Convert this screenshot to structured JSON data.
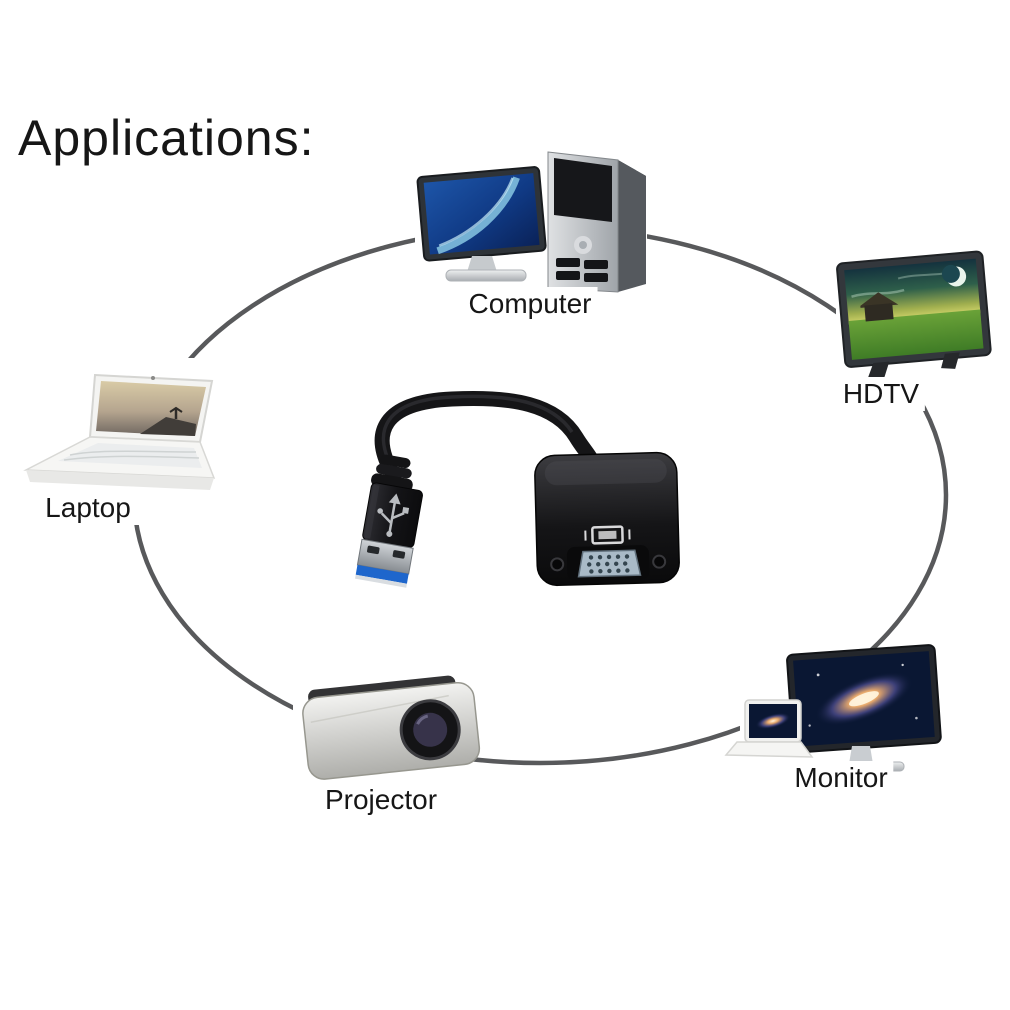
{
  "page": {
    "title": "Applications:"
  },
  "ring": {
    "color": "#58595b",
    "description": "ellipse connecting all devices"
  },
  "devices": [
    {
      "id": "computer",
      "label": "Computer"
    },
    {
      "id": "hdtv",
      "label": "HDTV"
    },
    {
      "id": "laptop",
      "label": "Laptop"
    },
    {
      "id": "projector",
      "label": "Projector"
    },
    {
      "id": "monitor",
      "label": "Monitor"
    }
  ],
  "product": {
    "icon": "usb3-to-vga-adapter-icon",
    "usb_plug_blue": "#1e66cc",
    "cable_color": "#151517",
    "adapter_body_color": "#121214",
    "vga_port_color": "#a9bac7"
  },
  "colors": {
    "background": "#ffffff",
    "text": "#161616"
  }
}
